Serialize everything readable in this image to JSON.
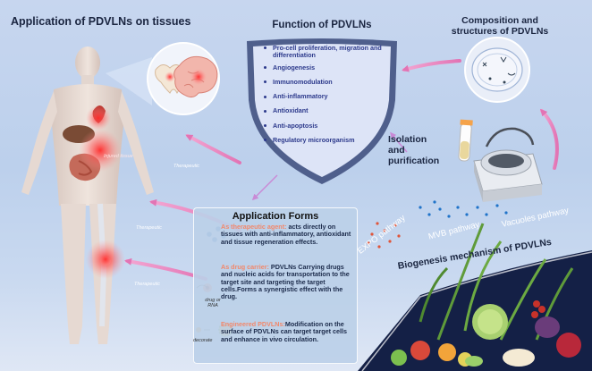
{
  "titles": {
    "tissues": "Application of PDVLNs on tissues",
    "function": "Function of PDVLNs",
    "composition": "Composition and\nstructures of PDVLNs",
    "isolation": "Isolation\nand\npurification",
    "application_forms": "Application Forms",
    "biogenesis": "Biogenesis mechanism of PDVLNs"
  },
  "functions": [
    "Pro-cell proliferation, migration and differentiation",
    "Angiogenesis",
    "Immunomodulation",
    "Anti-inflammatory",
    "Antioxidant",
    "Anti-apoptosis",
    "Regulatory microorganism"
  ],
  "application_forms": [
    {
      "highlight": "As therapeutic agent:",
      "text": " acts directly on tissues with anti-inflammatory, antioxidant and tissue regeneration effects."
    },
    {
      "highlight": "As drug carrier:",
      "text": " PDVLNs Carrying drugs and nucleic acids for transportation to the target site and targeting the target cells.Forms a synergistic effect with the drug."
    },
    {
      "highlight": "Engineered PDVLNs:",
      "text": "Modification on the surface of PDVLNs can target target cells and enhance in vivo circulation."
    }
  ],
  "labels": {
    "drug_or_rna": "drug or\nRNA",
    "decorate": "decorate",
    "therapeutic": "Therapeutic",
    "injured_tissue": "Injured tissue"
  },
  "pathways": {
    "expo": "EXPO pathway",
    "mvb": "MVB pathway",
    "vacuoles": "Vacuoles pathway"
  },
  "colors": {
    "background": "#c7d6ef",
    "shield": "#dde4f7",
    "shield_border": "#4a5b86",
    "function_text": "#2d3a8c",
    "highlight": "#f2876a",
    "arrow": "#e98ac0",
    "inflammation": "#ff4a4a"
  },
  "icons": [
    "shield-icon",
    "body-figure-icon",
    "tooth-icon",
    "brain-icon",
    "vesicle-icon",
    "centrifuge-icon",
    "test-tube-icon",
    "fruits-vegetables-illustration"
  ]
}
